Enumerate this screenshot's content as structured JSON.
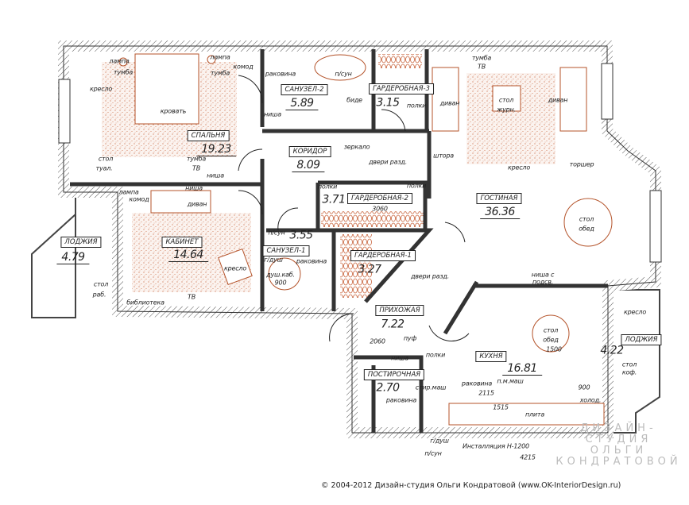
{
  "rooms": [
    {
      "name": "СПАЛЬНЯ",
      "area": "19.23"
    },
    {
      "name": "САНУЗЕЛ-2",
      "area": "5.89"
    },
    {
      "name": "ГАРДЕРОБНАЯ-3",
      "area": "3.15"
    },
    {
      "name": "КОРИДОР",
      "area": "8.09"
    },
    {
      "name": "ГАРДЕРОБНАЯ-2",
      "area": "3.71"
    },
    {
      "name": "ГОСТИНАЯ",
      "area": "36.36"
    },
    {
      "name": "ЛОДЖИЯ",
      "area": "4.79"
    },
    {
      "name": "КАБИНЕТ",
      "area": "14.64"
    },
    {
      "name": "САНУЗЕЛ-1",
      "area": "3.55"
    },
    {
      "name": "ГАРДЕРОБНАЯ-1",
      "area": "3.27"
    },
    {
      "name": "ПРИХОЖАЯ",
      "area": "7.22"
    },
    {
      "name": "КУХНЯ",
      "area": "16.81"
    },
    {
      "name": "ПОСТИРОЧНАЯ",
      "area": "2.70"
    },
    {
      "name": "ЛОДЖИЯ",
      "area": "4.22"
    }
  ],
  "labels": [
    "лампа",
    "лампа",
    "тумба",
    "тумба",
    "комод",
    "кресло",
    "кровать",
    "стол",
    "туал.",
    "тумба",
    "ТВ",
    "ниша",
    "ниша",
    "раковина",
    "п/сун",
    "ниша",
    "биде",
    "зеркало",
    "полки",
    "штора",
    "двери разд.",
    "тумба",
    "ТВ",
    "диван",
    "диван",
    "стол",
    "журн.",
    "кресло",
    "торшер",
    "стол",
    "обед",
    "полки",
    "полки",
    "3060",
    "лампа",
    "комод",
    "диван",
    "кресло",
    "ТВ",
    "библиотека",
    "стол",
    "раб.",
    "п/сун",
    "раковина",
    "г/душ",
    "душ.каб.",
    "900",
    "двери разд.",
    "пуф",
    "2060",
    "ниша",
    "полки",
    "стол",
    "обед",
    "1500",
    "раковина",
    "п.м.маш",
    "2115",
    "900",
    "холод.",
    "1515",
    "плита",
    "стир.маш",
    "раковина",
    "г/душ",
    "п/сун",
    "Инсталляция Н-1200",
    "4215",
    "кресло",
    "стол",
    "коф.",
    "ниша с",
    "подсв."
  ],
  "watermark": "ДИЗАЙН-СТУДИЯ ОЛЬГИ КОНДРАТОВОЙ",
  "footer": "© 2004-2012 Дизайн-студия Ольги Кондратовой (www.OK-InteriorDesign.ru)",
  "colors": {
    "furniture": "#b4532a",
    "walls": "#333333",
    "rug": "#c8643c"
  }
}
